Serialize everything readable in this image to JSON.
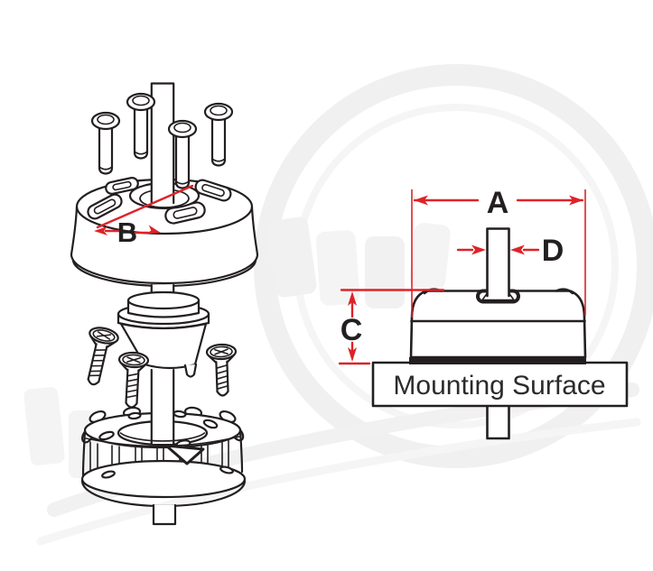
{
  "colors": {
    "background": "#ffffff",
    "line_art": "#231f20",
    "dimension_red": "#dd2328",
    "label_text": "#231f20",
    "mounting_text": "#2b2b2b",
    "watermark_gray": "#f1f1f1"
  },
  "exploded_view": {
    "dimension_b_label": "B"
  },
  "side_view": {
    "dimension_a_label": "A",
    "dimension_c_label": "C",
    "dimension_d_label": "D",
    "mounting_surface_label": "Mounting Surface"
  }
}
